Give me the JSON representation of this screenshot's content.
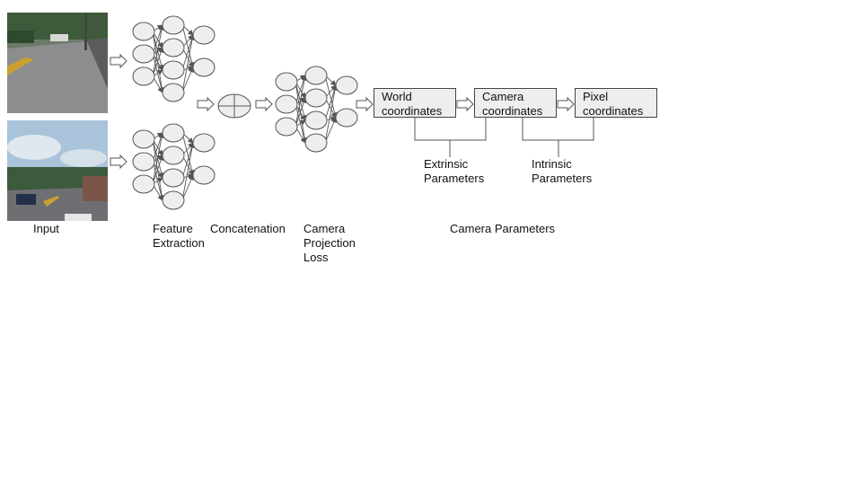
{
  "labels": {
    "input": "Input",
    "feature_extraction": "Feature\nExtraction",
    "concatenation": "Concatenation",
    "camera_projection_loss": "Camera\nProjection\nLoss",
    "camera_parameters": "Camera Parameters",
    "extrinsic": "Extrinsic\nParameters",
    "intrinsic": "Intrinsic\nParameters"
  },
  "boxes": {
    "world": "World\ncoordinates",
    "camera": "Camera\ncoordinates",
    "pixel": "Pixel\ncoordinates"
  },
  "images": {
    "top": "road-scene-image",
    "bottom": "sky-road-scene-image"
  },
  "colors": {
    "node_fill": "#eeeeee",
    "stroke": "#555555",
    "box_fill": "#eeeeee"
  }
}
